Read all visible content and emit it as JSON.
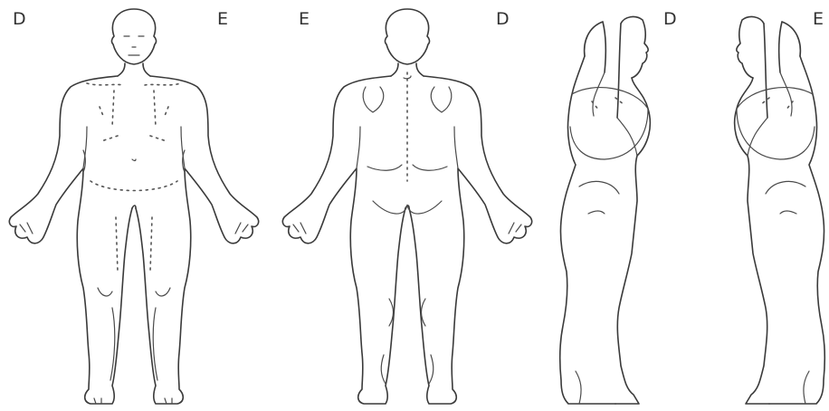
{
  "labels": {
    "front_right": "D",
    "front_left": "E",
    "back_left": "E",
    "back_right": "D",
    "side_right": "D",
    "side_left": "E"
  }
}
